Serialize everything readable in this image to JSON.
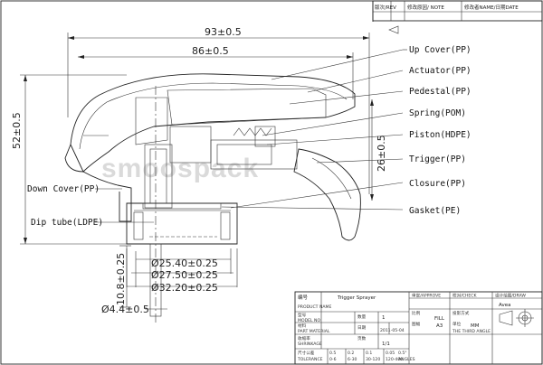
{
  "revision_block": {
    "rev": "版次/REV",
    "note": "修改原因/ NOTE",
    "name_date": "修改者NAME/日期DATE"
  },
  "dimensions": {
    "overall_width": "93±0.5",
    "inner_width": "86±0.5",
    "height": "52±0.5",
    "right_height": "26±0.5",
    "neck_d1": "Ø25.40±0.25",
    "neck_d2": "Ø27.50±0.25",
    "neck_d3": "Ø32.20±0.25",
    "neck_height": "10.8±0.25",
    "dip_tube_d": "Ø4.4±0.5"
  },
  "part_labels": [
    "Up Cover(PP)",
    "Actuator(PP)",
    "Pedestal(PP)",
    "Spring(POM)",
    "Piston(HDPE)",
    "Trigger(PP)",
    "Closure(PP)",
    "Gasket(PE)"
  ],
  "left_labels": [
    "Down Cover(PP)",
    "Dip tube(LDPE)"
  ],
  "watermark": "smoospack",
  "title_block": {
    "approve": "审定/APPROVE",
    "check": "校对/CHECK",
    "draw": "设计绘图/DRAW",
    "drawer": "Avea",
    "name_label": "编号",
    "product_name": "Trigger Sprayer",
    "project_name": "PRODUCT NAME",
    "model_label": "型号",
    "model_no": "MODEL NO",
    "qty_label": "数量",
    "qty_value": "1",
    "material_label": "材料",
    "part_material": "PART MATERIAL",
    "date_label": "日期",
    "date_value": "2011-05-04",
    "scale_label": "比例",
    "scale": "FILL",
    "size_label": "图幅",
    "size_value": "A3",
    "unit_label": "单位",
    "unit_value": "MM",
    "projection_label": "投影方式",
    "projection": "THE THIRD ANGLE",
    "shrink_label": "收缩率",
    "shrink": "SHRINKAGE",
    "sheet_label": "页数",
    "sheet": "1/1",
    "tolerance_label": "尺寸公差",
    "tolerance": "TOLERANCE",
    "tol_values": [
      "0.5",
      "0.2",
      "0.1",
      "0.05",
      "0.5°"
    ],
    "tol_heads": [
      "0-6",
      "6-30",
      "30-120",
      "120-400",
      "ANGLES"
    ]
  }
}
